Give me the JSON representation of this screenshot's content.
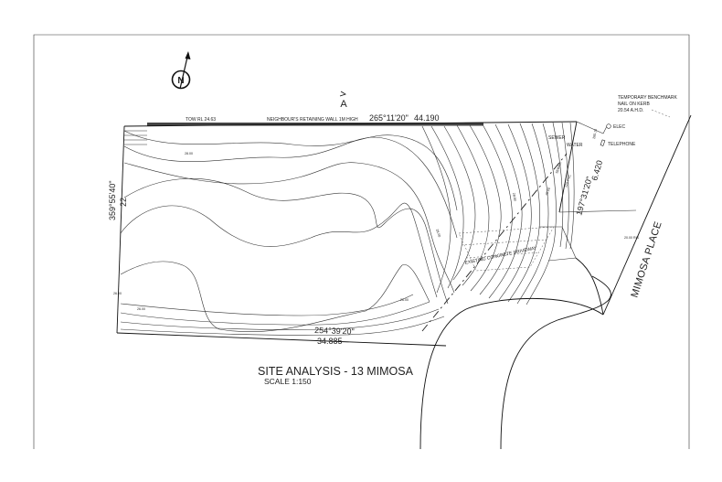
{
  "drawing": {
    "title": "SITE ANALYSIS - 13 MIMOSA",
    "scale": "SCALE 1:150",
    "section_marker": "A",
    "north_letter": "N",
    "street_name": "MIMOSA PLACE",
    "retaining_wall": {
      "tow": "TOW RL 24.63",
      "description": "NEIGHBOUR'S RETAINING WALL 1M HIGH"
    },
    "boundaries": {
      "top_bearing": "265°11'20\"",
      "top_length": "44.190",
      "left_bearing": "359°55'40\"",
      "left_length": "22",
      "right_bearing": "197°31'20\"",
      "right_length": "6.420",
      "bottom_bearing": "254°39'20\"",
      "bottom_length": "34.885"
    },
    "benchmark": {
      "line1": "TEMPORARY BENCHMARK",
      "line2": "NAIL ON KERB",
      "line3": "20.54 A.H.D."
    },
    "services": {
      "sewer": "SEWER",
      "water": "WATER",
      "elec": "ELEC",
      "telephone": "TELEPHONE"
    },
    "driveway": "EXISTING CONCRETE DRIVEWAY",
    "contour_labels": [
      "28.00",
      "28.00",
      "28.00",
      "28.00",
      "26.00",
      "26.00",
      "26.00"
    ],
    "small_notes": {
      "sewer_pipe": "SEWER",
      "sewer_pit": "225 PVC",
      "spot_level": "20.00 RIS",
      "top_right_level": "265.15"
    }
  }
}
